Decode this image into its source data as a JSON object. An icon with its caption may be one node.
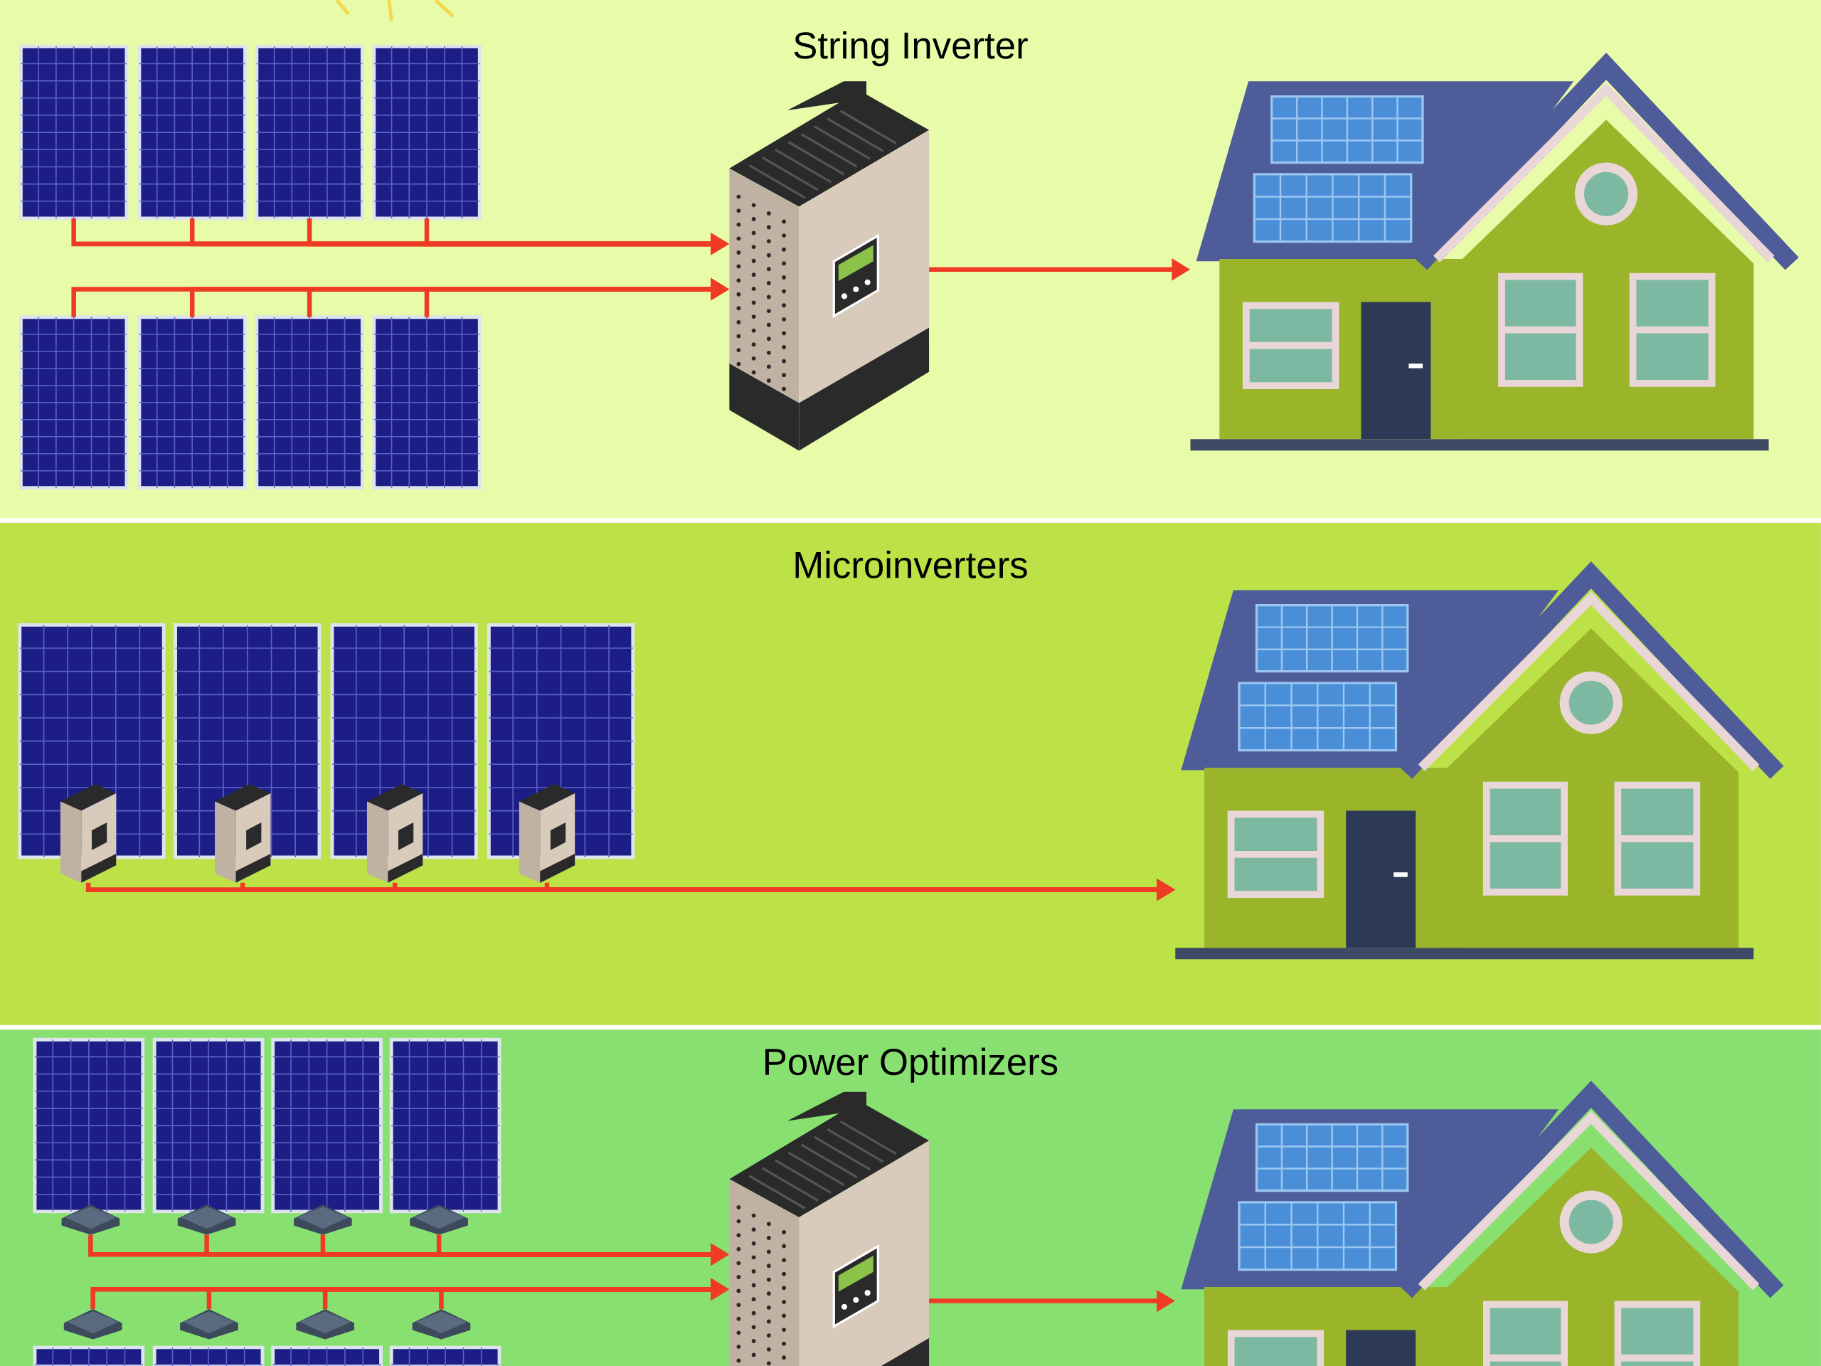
{
  "diagram": {
    "nodes": [
      {
        "text": [
          "String Inverter"
        ]
      },
      {
        "text": [],
        "shape": "picture",
        "in": 0
      },
      {
        "text": [],
        "shape": "picture",
        "in": 0
      },
      {
        "text": [],
        "shape": "picture",
        "in": 0
      },
      {
        "text": [],
        "shape": "picture",
        "in": 0
      },
      {
        "text": [],
        "shape": "picture",
        "in": 0
      },
      {
        "text": [],
        "shape": "picture",
        "in": 0
      },
      {
        "text": [],
        "shape": "picture",
        "in": 0
      },
      {
        "text": [],
        "shape": "picture",
        "in": 0
      },
      {
        "text": [],
        "shape": "picture",
        "in": 0
      },
      {
        "text": [],
        "shape": "picture",
        "in": 0
      },
      {
        "text": [
          "Microinverters"
        ]
      },
      {
        "text": [],
        "shape": "picture",
        "in": 11
      },
      {
        "text": [],
        "shape": "picture",
        "in": 11
      },
      {
        "text": [],
        "shape": "picture",
        "in": 11
      },
      {
        "text": [],
        "shape": "picture",
        "in": 11
      },
      {
        "text": [],
        "shape": "picture",
        "in": 11
      },
      {
        "text": [],
        "shape": "picture",
        "in": 11
      },
      {
        "text": [],
        "shape": "picture",
        "in": 11
      },
      {
        "text": [],
        "shape": "picture",
        "in": 11
      },
      {
        "text": [],
        "shape": "picture",
        "in": 11
      },
      {
        "text": [
          "Power Optimizers"
        ]
      },
      {
        "text": [],
        "shape": "picture",
        "in": 21
      },
      {
        "text": [],
        "shape": "picture",
        "in": 21
      },
      {
        "text": [],
        "shape": "picture",
        "in": 21
      },
      {
        "text": [],
        "shape": "picture",
        "in": 21
      },
      {
        "text": [],
        "shape": "picture",
        "in": 21
      },
      {
        "text": [],
        "shape": "picture",
        "in": 21
      },
      {
        "text": [],
        "shape": "picture",
        "in": 21
      },
      {
        "text": [],
        "shape": "picture",
        "in": 21
      },
      {
        "text": [],
        "shape": "picture",
        "in": 21
      },
      {
        "text": [],
        "shape": "picture",
        "in": 21
      },
      {
        "text": [],
        "shape": "picture",
        "in": 21
      },
      {
        "text": [],
        "shape": "picture",
        "in": 21
      },
      {
        "text": [],
        "shape": "picture",
        "in": 21
      },
      {
        "text": [],
        "shape": "picture",
        "in": 21
      },
      {
        "text": [],
        "shape": "picture",
        "in": 21
      },
      {
        "text": [],
        "shape": "picture",
        "in": 21
      },
      {
        "text": [],
        "shape": "picture",
        "in": 21
      },
      {
        "text": [],
        "shape": "picture",
        "in": 21
      }
    ],
    "edges": [
      {
        "from": 1,
        "to": 9,
        "arrow": "to"
      },
      {
        "from": 2,
        "to": 9,
        "arrow": "to"
      },
      {
        "from": 3,
        "to": 9,
        "arrow": "to"
      },
      {
        "from": 4,
        "to": 9,
        "arrow": "to"
      },
      {
        "from": 5,
        "to": 9,
        "arrow": "to"
      },
      {
        "from": 6,
        "to": 9,
        "arrow": "to"
      },
      {
        "from": 7,
        "to": 9,
        "arrow": "to"
      },
      {
        "from": 8,
        "to": 9,
        "arrow": "to"
      },
      {
        "from": 9,
        "to": 10,
        "arrow": "to"
      },
      {
        "from": 16,
        "to": 20,
        "arrow": "to"
      },
      {
        "from": 17,
        "to": 20,
        "arrow": "to"
      },
      {
        "from": 18,
        "to": 20,
        "arrow": "to"
      },
      {
        "from": 19,
        "to": 20,
        "arrow": "to"
      },
      {
        "from": 30,
        "to": 38,
        "arrow": "to"
      },
      {
        "from": 31,
        "to": 38,
        "arrow": "to"
      },
      {
        "from": 32,
        "to": 38,
        "arrow": "to"
      },
      {
        "from": 33,
        "to": 38,
        "arrow": "to"
      },
      {
        "from": 34,
        "to": 38,
        "arrow": "to"
      },
      {
        "from": 35,
        "to": 38,
        "arrow": "to"
      },
      {
        "from": 36,
        "to": 38,
        "arrow": "to"
      },
      {
        "from": 37,
        "to": 38,
        "arrow": "to"
      },
      {
        "from": 38,
        "to": 39,
        "arrow": "to"
      }
    ]
  }
}
